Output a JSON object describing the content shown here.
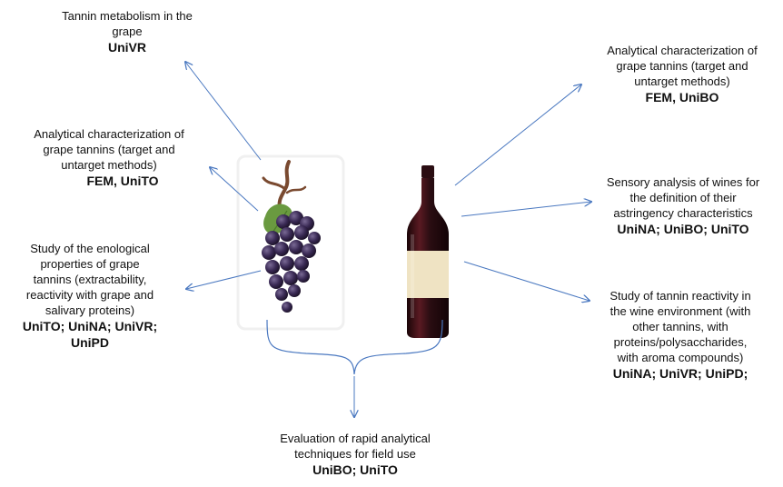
{
  "colors": {
    "arrow": "#4a78c0",
    "grape": "#3a2a55",
    "leaf": "#6a9a40",
    "bottle": "#2a0d12",
    "bottle_label": "#efe3c3"
  },
  "icons": [
    "grape-bunch-image",
    "wine-bottle-image",
    "brace-shape"
  ],
  "blocks": {
    "grape_metabolism": {
      "text": "Tannin metabolism in the\ngrape",
      "partners": "UniVR"
    },
    "grape_analytical": {
      "text": "Analytical characterization of\ngrape tannins (target and\nuntarget methods)",
      "partners": "FEM, UniTO"
    },
    "grape_enological": {
      "text": "Study of the enological\nproperties of grape\ntannins (extractability,\nreactivity with grape and\nsalivary proteins)",
      "partners": "UniTO; UniNA; UniVR;\nUniPD"
    },
    "wine_analytical": {
      "text": "Analytical characterization of\ngrape tannins (target and\nuntarget methods)",
      "partners": "FEM, UniBO"
    },
    "wine_sensory": {
      "text": "Sensory analysis of wines for\nthe definition of their\nastringency characteristics",
      "partners": "UniNA; UniBO; UniTO"
    },
    "wine_reactivity": {
      "text": "Study of tannin reactivity in\nthe wine environment (with\nother tannins, with\nproteins/polysaccharides,\nwith aroma compounds)",
      "partners": "UniNA; UniVR; UniPD;"
    },
    "rapid_techniques": {
      "text": "Evaluation of rapid analytical\ntechniques for field use",
      "partners": "UniBO; UniTO"
    }
  }
}
